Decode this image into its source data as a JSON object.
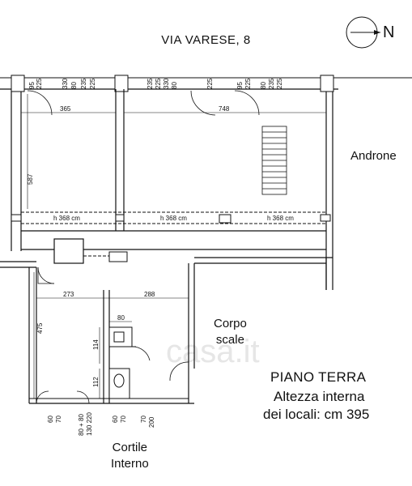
{
  "labels": {
    "street": "VIA VARESE, 8",
    "north": "N",
    "androne": "Androne",
    "corpo_line1": "Corpo",
    "corpo_line2": "scale",
    "cortile_line1": "Cortile",
    "cortile_line2": "Interno",
    "title_line1": "PIANO TERRA",
    "title_line2": "Altezza interna",
    "title_line3": "dei locali: cm 395",
    "watermark": "casa.it"
  },
  "dimensions": {
    "top_left": [
      "95",
      "225"
    ],
    "top_mid_a": [
      "330",
      "80",
      "235",
      "225"
    ],
    "top_mid_b": [
      "235",
      "225",
      "330",
      "80",
      "225"
    ],
    "top_right": [
      "95",
      "225",
      "80",
      "235",
      "225"
    ],
    "width_365": "365",
    "width_748": "748",
    "height_587": "587",
    "h1": "h 368 cm",
    "h2": "h 368 cm",
    "h3": "h 368 cm",
    "w273": "273",
    "w288": "288",
    "w80": "80",
    "h475": "475",
    "h114": "114",
    "h112": "112",
    "bot_1": [
      "60",
      "70"
    ],
    "bot_2": [
      "80 + 80",
      "130 220"
    ],
    "bot_3": [
      "60",
      "70"
    ],
    "bot_4": [
      "70",
      "200"
    ]
  },
  "colors": {
    "wall": "#111111",
    "background": "#ffffff",
    "watermark": "#e6e6e6"
  }
}
